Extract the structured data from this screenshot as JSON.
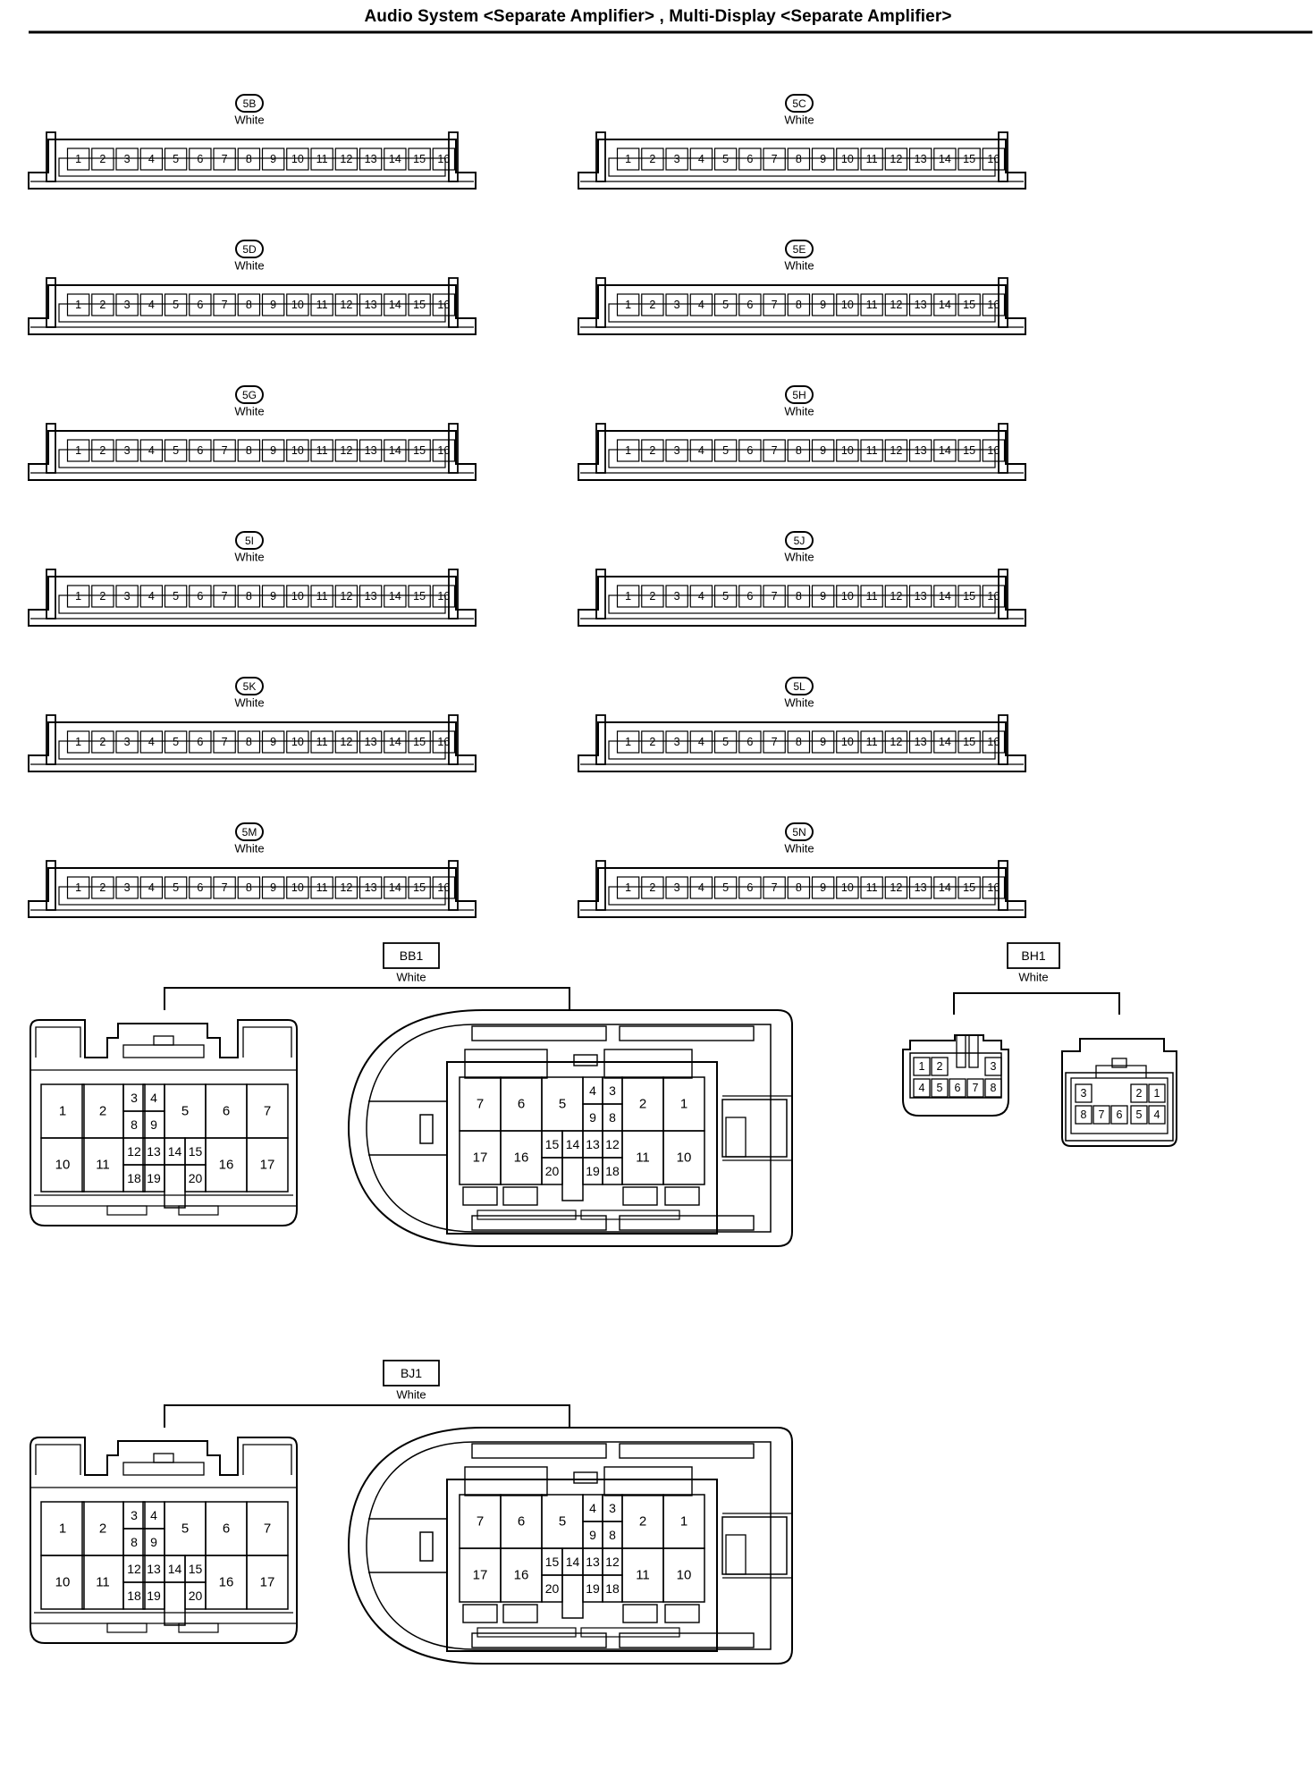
{
  "page": {
    "title": "Audio System <Separate Amplifier> , Multi-Display <Separate Amplifier>"
  },
  "strip_connectors": [
    {
      "id": "5B",
      "color": "White",
      "pins": [
        "1",
        "2",
        "3",
        "4",
        "5",
        "6",
        "7",
        "8",
        "9",
        "10",
        "11",
        "12",
        "13",
        "14",
        "15",
        "16"
      ]
    },
    {
      "id": "5C",
      "color": "White",
      "pins": [
        "1",
        "2",
        "3",
        "4",
        "5",
        "6",
        "7",
        "8",
        "9",
        "10",
        "11",
        "12",
        "13",
        "14",
        "15",
        "16"
      ]
    },
    {
      "id": "5D",
      "color": "White",
      "pins": [
        "1",
        "2",
        "3",
        "4",
        "5",
        "6",
        "7",
        "8",
        "9",
        "10",
        "11",
        "12",
        "13",
        "14",
        "15",
        "16"
      ]
    },
    {
      "id": "5E",
      "color": "White",
      "pins": [
        "1",
        "2",
        "3",
        "4",
        "5",
        "6",
        "7",
        "8",
        "9",
        "10",
        "11",
        "12",
        "13",
        "14",
        "15",
        "16"
      ]
    },
    {
      "id": "5G",
      "color": "White",
      "pins": [
        "1",
        "2",
        "3",
        "4",
        "5",
        "6",
        "7",
        "8",
        "9",
        "10",
        "11",
        "12",
        "13",
        "14",
        "15",
        "16"
      ]
    },
    {
      "id": "5H",
      "color": "White",
      "pins": [
        "1",
        "2",
        "3",
        "4",
        "5",
        "6",
        "7",
        "8",
        "9",
        "10",
        "11",
        "12",
        "13",
        "14",
        "15",
        "16"
      ]
    },
    {
      "id": "5I",
      "color": "White",
      "pins": [
        "1",
        "2",
        "3",
        "4",
        "5",
        "6",
        "7",
        "8",
        "9",
        "10",
        "11",
        "12",
        "13",
        "14",
        "15",
        "16"
      ]
    },
    {
      "id": "5J",
      "color": "White",
      "pins": [
        "1",
        "2",
        "3",
        "4",
        "5",
        "6",
        "7",
        "8",
        "9",
        "10",
        "11",
        "12",
        "13",
        "14",
        "15",
        "16"
      ]
    },
    {
      "id": "5K",
      "color": "White",
      "pins": [
        "1",
        "2",
        "3",
        "4",
        "5",
        "6",
        "7",
        "8",
        "9",
        "10",
        "11",
        "12",
        "13",
        "14",
        "15",
        "16"
      ]
    },
    {
      "id": "5L",
      "color": "White",
      "pins": [
        "1",
        "2",
        "3",
        "4",
        "5",
        "6",
        "7",
        "8",
        "9",
        "10",
        "11",
        "12",
        "13",
        "14",
        "15",
        "16"
      ]
    },
    {
      "id": "5M",
      "color": "White",
      "pins": [
        "1",
        "2",
        "3",
        "4",
        "5",
        "6",
        "7",
        "8",
        "9",
        "10",
        "11",
        "12",
        "13",
        "14",
        "15",
        "16"
      ]
    },
    {
      "id": "5N",
      "color": "White",
      "pins": [
        "1",
        "2",
        "3",
        "4",
        "5",
        "6",
        "7",
        "8",
        "9",
        "10",
        "11",
        "12",
        "13",
        "14",
        "15",
        "16"
      ]
    }
  ],
  "block_connectors": [
    {
      "id": "BB1",
      "color": "White"
    },
    {
      "id": "BJ1",
      "color": "White"
    }
  ],
  "small_connector": {
    "id": "BH1",
    "color": "White"
  },
  "colors": {
    "line": "#000000",
    "background": "#ffffff"
  }
}
